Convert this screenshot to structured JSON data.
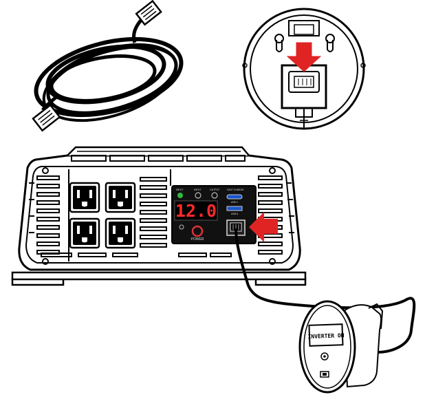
{
  "inverter": {
    "display_value": "12.0",
    "power_label": "POWER",
    "indicator_labels": [
      "INPUT",
      "INPUT",
      "OUTPUT"
    ],
    "usb_label": "FAST CHARGE",
    "usb_port_labels": [
      "USB C",
      "USB A"
    ]
  },
  "remote": {
    "screen_text": "INVERTER ON"
  },
  "colors": {
    "arrow": "#e02424",
    "display_digits": "#ff2a2a",
    "display_bg": "#111111",
    "led_green": "#35b844",
    "power_ring": "#e0303a",
    "usb_port": "#1a55c8",
    "line": "#000000"
  },
  "icons": [
    "rj-cable-icon",
    "mounting-plate-icon",
    "arrow-down-icon",
    "arrow-left-icon",
    "ac-outlet-icon",
    "remote-switch-icon"
  ]
}
